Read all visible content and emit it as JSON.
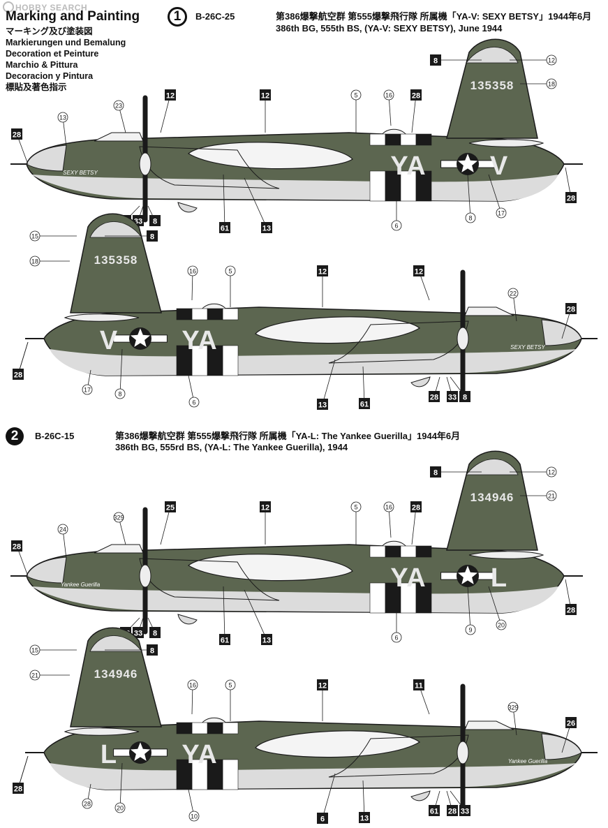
{
  "watermark": "HOBBY SEARCH",
  "header": {
    "title": "Marking and Painting",
    "subtitles": [
      "マーキング及び塗装図",
      "Markierungen und Bemalung",
      "Decoration et Peinture",
      "Marchio & Pittura",
      "Decoracion y Pintura",
      "標貼及著色指示"
    ]
  },
  "schemes": [
    {
      "number": "1",
      "code": "B-26C-25",
      "line_jp": "第386爆撃航空群 第555爆撃飛行隊 所属機「YA-V: SEXY BETSY」1944年6月",
      "line_en": "386th BG, 555th BS, (YA-V: SEXY BETSY), June 1944",
      "serial": "135358",
      "codes_left": "YA",
      "codes_right": "V",
      "nose_art": "SEXY BETSY",
      "callouts_right_side": [
        "28",
        "13",
        "23",
        "12",
        "12",
        "5",
        "16",
        "28",
        "8",
        "12",
        "18",
        "28",
        "17",
        "8",
        "6",
        "13",
        "61",
        "28",
        "33",
        "8"
      ],
      "callouts_left_side": [
        "15",
        "8",
        "18",
        "28",
        "16",
        "5",
        "12",
        "12",
        "22",
        "28",
        "28",
        "17",
        "8",
        "6",
        "13",
        "61",
        "28",
        "33",
        "8"
      ]
    },
    {
      "number": "2",
      "code": "B-26C-15",
      "line_jp": "第386爆撃航空群 第555爆撃飛行隊 所属機「YA-L: The Yankee Guerilla」1944年6月",
      "line_en": "386th BG, 555rd BS, (YA-L: The Yankee Guerilla), 1944",
      "serial": "134946",
      "codes_left": "YA",
      "codes_right": "L",
      "nose_art": "Yankee Guerilla",
      "callouts_right_side": [
        "28",
        "24",
        "329",
        "25",
        "12",
        "5",
        "16",
        "28",
        "8",
        "12",
        "21",
        "28",
        "20",
        "9",
        "6",
        "13",
        "61",
        "28",
        "33",
        "8"
      ],
      "callouts_left_side": [
        "15",
        "8",
        "21",
        "28",
        "16",
        "5",
        "12",
        "11",
        "329",
        "26",
        "28",
        "28",
        "20",
        "10",
        "6",
        "13",
        "61",
        "28",
        "33",
        "8"
      ]
    }
  ]
}
